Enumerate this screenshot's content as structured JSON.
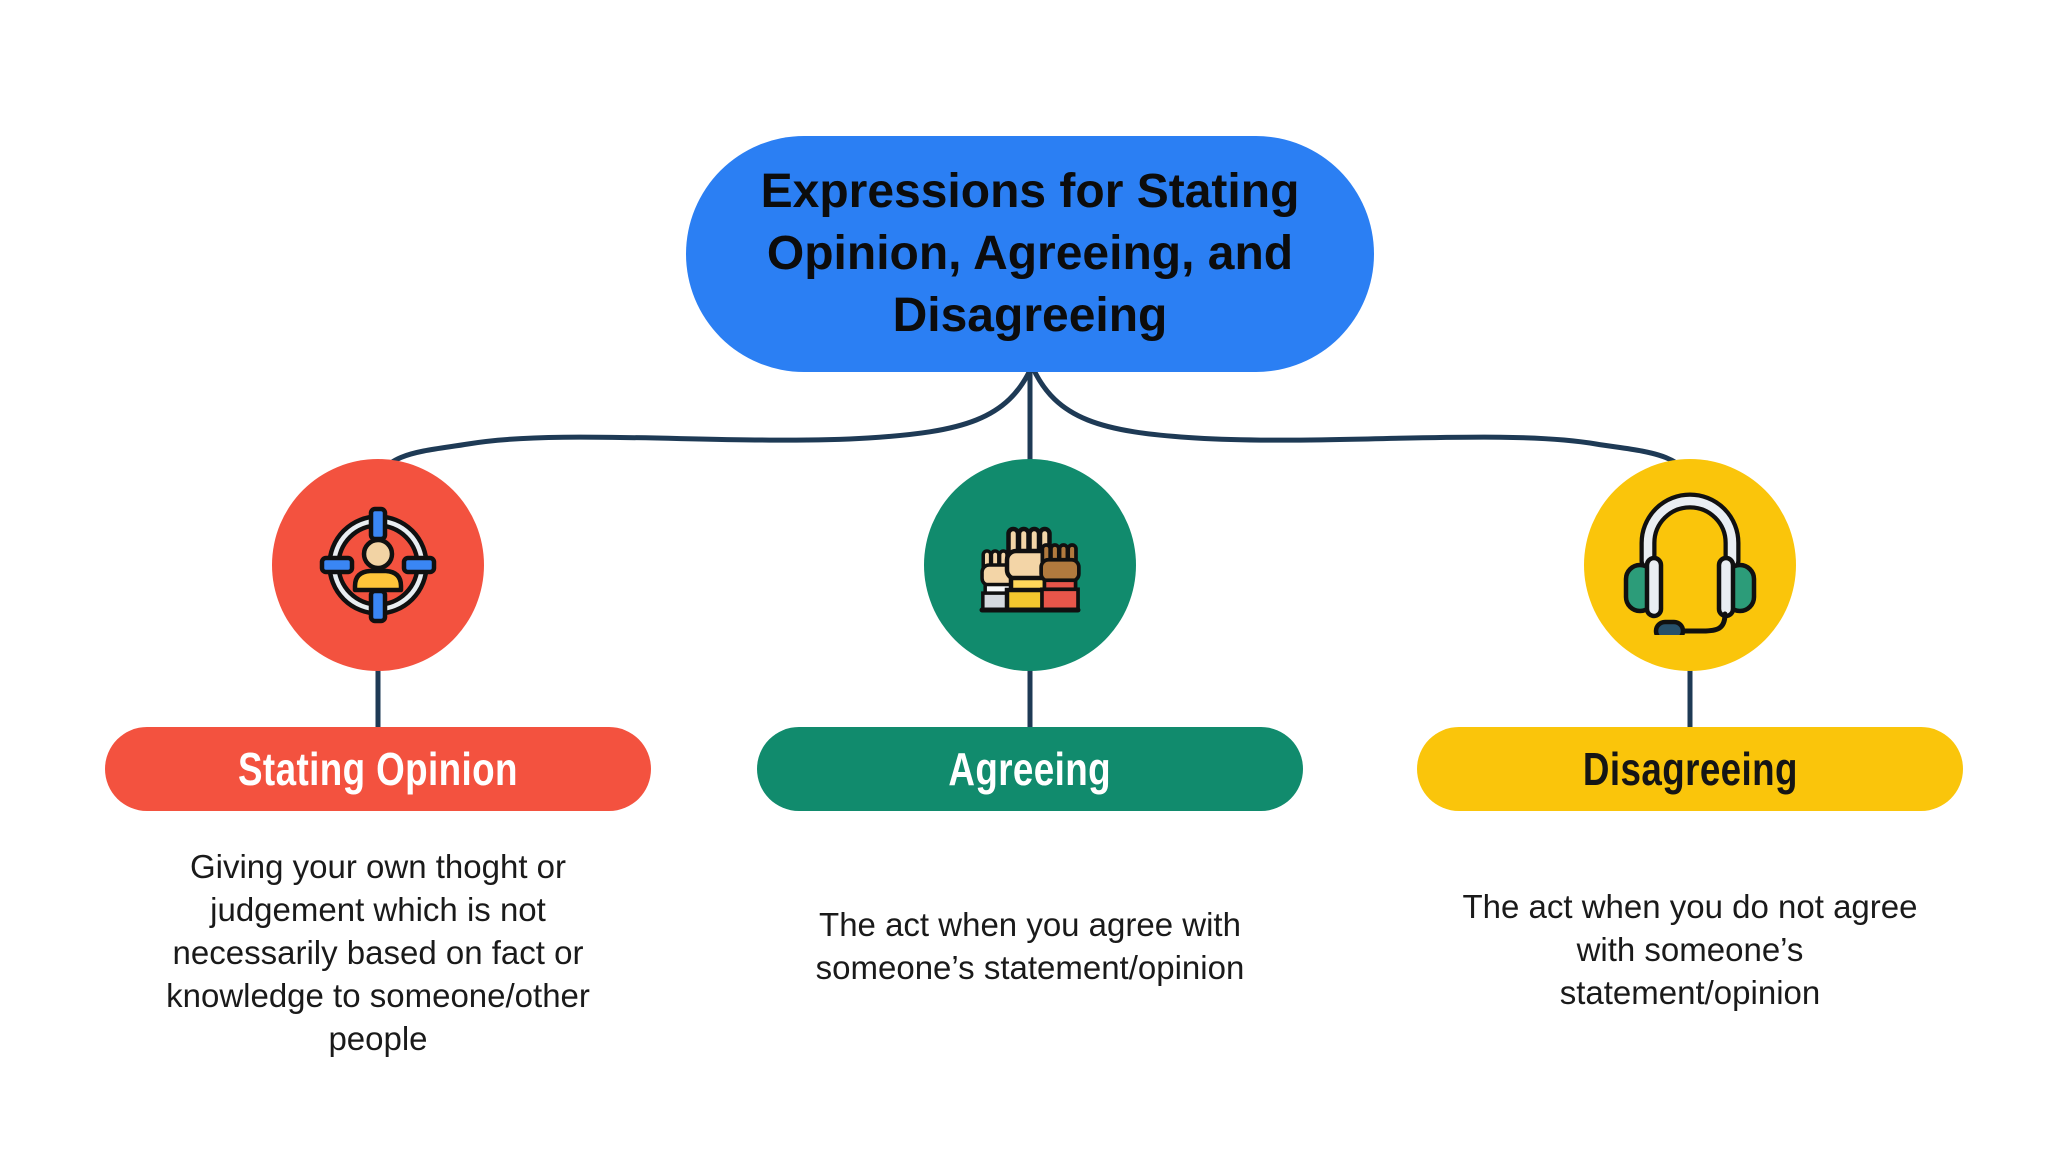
{
  "title": {
    "text": "Expressions for Stating Opinion, Agreeing, and Disagreeing",
    "lines": [
      "Expressions for Stating",
      "Opinion, Agreeing, and",
      "Disagreeing"
    ]
  },
  "branches": [
    {
      "id": "stating-opinion",
      "label": "Stating Opinion",
      "icon": "target-person-icon",
      "color": "#F3523F",
      "label_text_color": "#FFFFFF",
      "description": "Giving your own thoght or judgement which is not necessarily based on fact or knowledge to someone/other people",
      "description_lines": [
        "Giving your own thoght or",
        "judgement which is not",
        "necessarily based on fact or",
        "knowledge to someone/other",
        "people"
      ]
    },
    {
      "id": "agreeing",
      "label": "Agreeing",
      "icon": "raised-hands-icon",
      "color": "#118B6D",
      "label_text_color": "#FFFFFF",
      "description": "The act when you agree with someone’s statement/opinion",
      "description_lines": [
        "The act when you agree with",
        "someone’s statement/opinion"
      ]
    },
    {
      "id": "disagreeing",
      "label": "Disagreeing",
      "icon": "headset-icon",
      "color": "#FAC50B",
      "label_text_color": "#151515",
      "description": "The act when you do not agree with someone’s statement/opinion",
      "description_lines": [
        "The act when you do not agree",
        "with someone’s",
        "statement/opinion"
      ]
    }
  ],
  "colors": {
    "background": "#FFFFFF",
    "root_fill": "#2B7FF3",
    "root_text": "#0C0C0C",
    "connector": "#1E3A55",
    "description_text": "#1A1A1A"
  }
}
